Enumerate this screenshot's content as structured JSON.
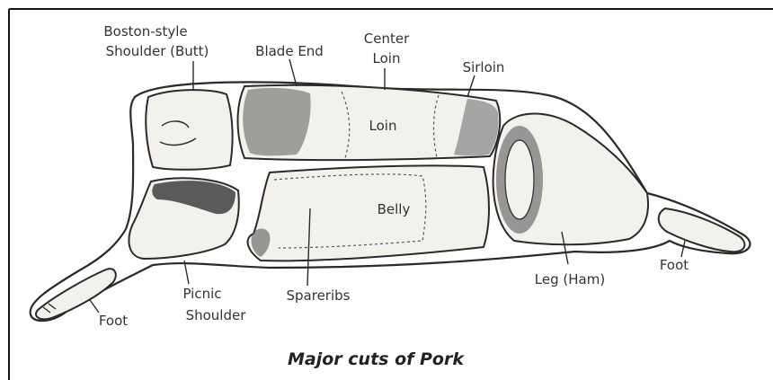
{
  "labels": {
    "boston_butt_1": "Boston-style",
    "boston_butt_2": "Shoulder (Butt)",
    "blade_end": "Blade End",
    "center_loin_1": "Center",
    "center_loin_2": "Loin",
    "sirloin": "Sirloin",
    "loin": "Loin",
    "belly": "Belly",
    "picnic_1": "Picnic",
    "picnic_2": "Shoulder",
    "spareribs": "Spareribs",
    "leg_ham": "Leg (Ham)",
    "foot_front": "Foot",
    "foot_rear": "Foot"
  },
  "caption": "Major cuts of Pork"
}
